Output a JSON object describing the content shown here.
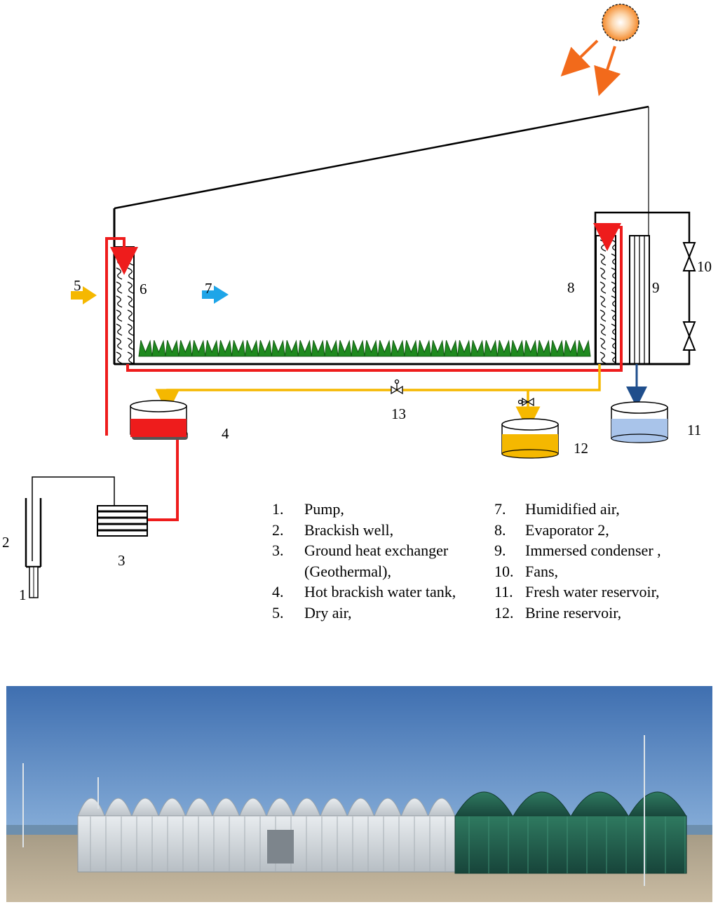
{
  "diagram": {
    "component_labels": {
      "n1": "1",
      "n2": "2",
      "n3": "3",
      "n4": "4",
      "n5": "5",
      "n6": "6",
      "n7": "7",
      "n8": "8",
      "n9": "9",
      "n10": "10",
      "n11": "11",
      "n12": "12",
      "n13": "13"
    },
    "colors": {
      "hot_brackish_line": "#ee1c1c",
      "brine_line": "#f5b800",
      "fresh_water_line": "#1f4e8c",
      "humidified_air_arrow": "#1ea5e8",
      "dry_air_arrow": "#f5b800",
      "sun_rays": "#f26a1b",
      "plants": "#1f8a1f",
      "fresh_water": "#a9c4ea",
      "brine": "#f5b800"
    }
  },
  "legend": {
    "left": [
      {
        "num": "1.",
        "text": "Pump,"
      },
      {
        "num": "2.",
        "text": "Brackish well,"
      },
      {
        "num": "3.",
        "text": "Ground heat exchanger"
      },
      {
        "num": "",
        "text": "(Geothermal),"
      },
      {
        "num": "4.",
        "text": "Hot brackish water tank,"
      },
      {
        "num": "5.",
        "text": "Dry air,"
      }
    ],
    "right": [
      {
        "num": "7.",
        "text": "Humidified air,"
      },
      {
        "num": "8.",
        "text": "Evaporator 2,"
      },
      {
        "num": "9.",
        "text": "Immersed condenser ,"
      },
      {
        "num": "10.",
        "text": "Fans,"
      },
      {
        "num": "11.",
        "text": "Fresh water reservoir,"
      },
      {
        "num": "12.",
        "text": "Brine reservoir,"
      }
    ]
  },
  "photo": {
    "colors": {
      "sky_top": "#3f6fb0",
      "sky_bottom": "#8db3dc",
      "ground": "#b8aa92",
      "shade_net": "#1f5a48"
    }
  }
}
